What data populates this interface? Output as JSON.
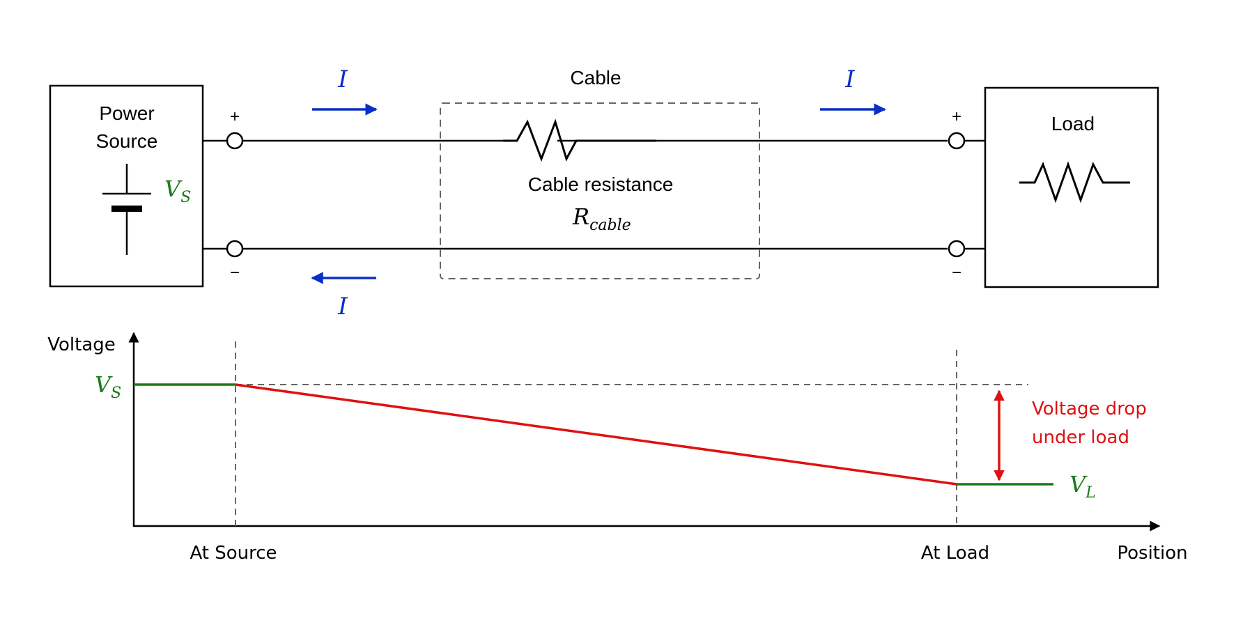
{
  "colors": {
    "wire": "#000000",
    "current": "#0a2fc4",
    "source_voltage": "#1a7a1a",
    "drop": "#e01010",
    "dashed": "#666666"
  },
  "circuit": {
    "source": {
      "line1": "Power",
      "line2": "Source",
      "voltage_symbol": "V",
      "voltage_sub": "S"
    },
    "load": {
      "label": "Load"
    },
    "cable": {
      "title": "Cable",
      "resistance_label": "Cable resistance",
      "resistance_symbol": "R",
      "resistance_sub": "cable"
    },
    "terminals": {
      "plus": "+",
      "minus": "−"
    },
    "current_label": "I"
  },
  "graph": {
    "y_axis_label": "Voltage",
    "x_axis_label": "Position",
    "x_ticks": [
      "At Source",
      "At Load"
    ],
    "vs_symbol": "V",
    "vs_sub": "S",
    "vl_symbol": "V",
    "vl_sub": "L",
    "drop_line1": "Voltage drop",
    "drop_line2": "under load"
  }
}
